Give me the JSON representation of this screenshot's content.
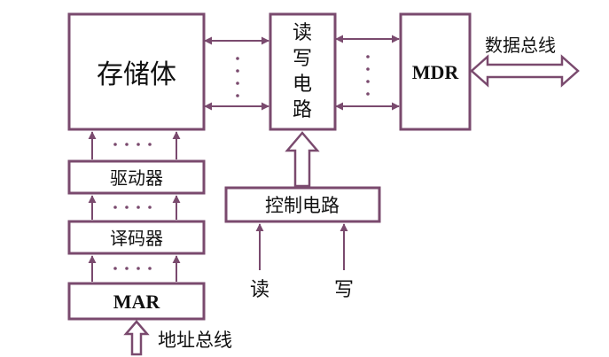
{
  "colors": {
    "stroke": "#7a4a6e",
    "text": "#111111",
    "background": "#ffffff"
  },
  "blocks": {
    "storage": "存储体",
    "driver": "驱动器",
    "decoder": "译码器",
    "mar": "MAR",
    "rw_circuit": [
      "读",
      "写",
      "电",
      "路"
    ],
    "mdr": "MDR",
    "control": "控制电路"
  },
  "signals": {
    "data_bus": "数据总线",
    "address_bus": "地址总线",
    "read": "读",
    "write": "写"
  }
}
